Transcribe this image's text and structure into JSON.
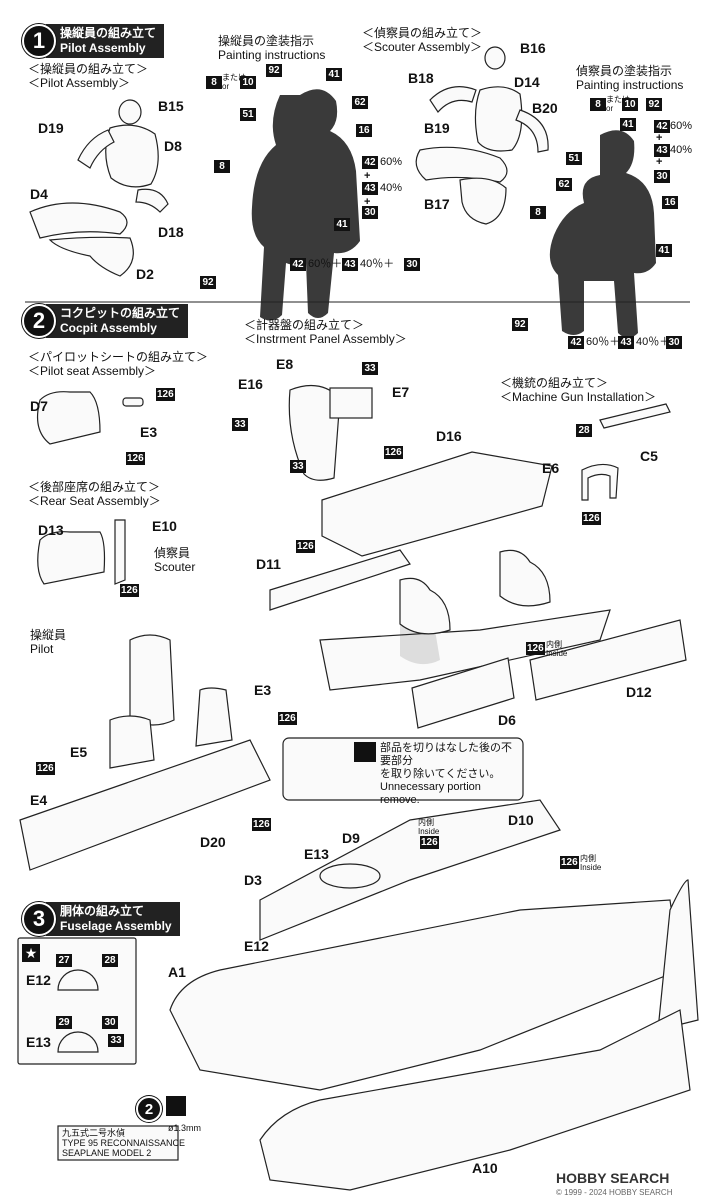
{
  "step1": {
    "number": "1",
    "title_jp": "操縦員の組み立て",
    "title_en": "Pilot Assembly"
  },
  "step2": {
    "number": "2",
    "title_jp": "コクピットの組み立て",
    "title_en": "Cocpit Assembly"
  },
  "step3": {
    "number": "3",
    "title_jp": "胴体の組み立て",
    "title_en": "Fuselage Assembly"
  },
  "pilot_sub": {
    "jp": "＜操縦員の組み立て＞",
    "en": "＜Pilot Assembly＞"
  },
  "pilot_paint": {
    "jp": "操縦員の塗装指示",
    "en": "Painting instructions"
  },
  "scouter_sub": {
    "jp": "＜偵察員の組み立て＞",
    "en": "＜Scouter Assembly＞"
  },
  "scouter_paint": {
    "jp": "偵察員の塗装指示",
    "en": "Painting instructions"
  },
  "seat_sub": {
    "jp": "＜パイロットシートの組み立て＞",
    "en": "＜Pilot seat Assembly＞"
  },
  "rear_sub": {
    "jp": "＜後部座席の組み立て＞",
    "en": "＜Rear Seat Assembly＞"
  },
  "panel_sub": {
    "jp": "＜計器盤の組み立て＞",
    "en": "＜Instrment Panel Assembly＞"
  },
  "mg_sub": {
    "jp": "＜機銃の組み立て＞",
    "en": "＜Machine Gun Installation＞"
  },
  "figure_labels": {
    "scouter_jp": "偵察員",
    "scouter_en": "Scouter",
    "pilot_jp": "操縦員",
    "pilot_en": "Pilot"
  },
  "inside": {
    "jp": "内側",
    "en": "Inside"
  },
  "or_text": "または",
  "or_en": "or",
  "mix": {
    "p60": "60%",
    "p40": "40%",
    "plus": "+",
    "combo": "60％＋",
    "combo2": "40％＋"
  },
  "parts": {
    "B15": "B15",
    "D19": "D19",
    "D8": "D8",
    "D4": "D4",
    "D18": "D18",
    "D2": "D2",
    "B16": "B16",
    "B18": "B18",
    "D14": "D14",
    "B20": "B20",
    "B19": "B19",
    "B17": "B17",
    "D7": "D7",
    "E3": "E3",
    "D13": "D13",
    "E10": "E10",
    "E8": "E8",
    "E16": "E16",
    "E7": "E7",
    "C5": "C5",
    "E6": "E6",
    "D16": "D16",
    "D11": "D11",
    "D12": "D12",
    "D6": "D6",
    "E5": "E5",
    "E4": "E4",
    "D20": "D20",
    "D9": "D9",
    "D10": "D10",
    "E13": "E13",
    "D3": "D3",
    "E12": "E12",
    "A1": "A1",
    "A10": "A10"
  },
  "colors": {
    "c8": "8",
    "c10": "10",
    "c41": "41",
    "c42": "42",
    "c43": "43",
    "c30": "30",
    "c16": "16",
    "c51": "51",
    "c62": "62",
    "c92": "92",
    "c126": "126",
    "c33": "33",
    "c28": "28",
    "c27": "27",
    "c29": "29"
  },
  "cut_note": {
    "jp1": "部品を切りはなした後の不要部分",
    "jp2": "を取り除いてください。",
    "en1": "Unnecessary portion",
    "en2": "remove."
  },
  "drill": "ø1.3mm",
  "aircraft": {
    "jp": "九五式二号水偵",
    "en1": "TYPE 95 RECONNAISSANCE",
    "en2": "SEAPLANE MODEL 2"
  },
  "watermark": {
    "brand": "HOBBY SEARCH",
    "copyright": "© 1999 - 2024 HOBBY SEARCH"
  }
}
